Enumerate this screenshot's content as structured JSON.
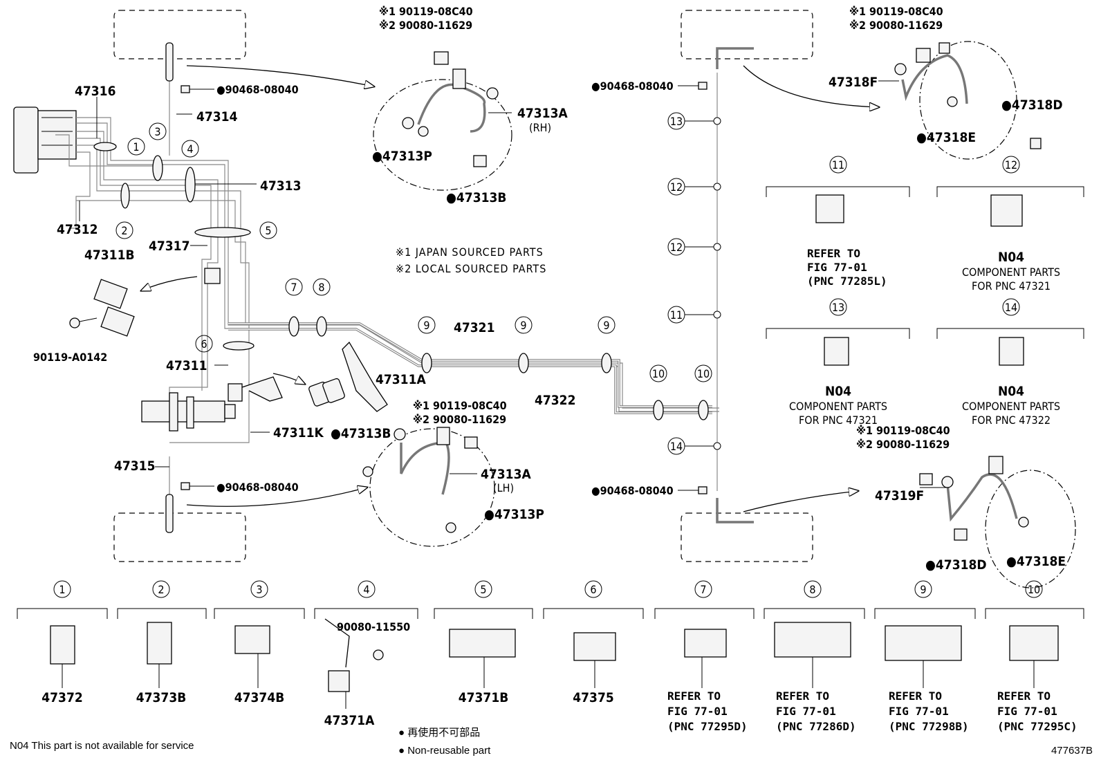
{
  "callout_tags": {
    "rh": {
      "japan": "※1 90119-08C40",
      "local": "※2 90080-11629"
    },
    "lh": {
      "japan": "※1 90119-08C40",
      "local": "※2 90080-11629"
    },
    "rear_right": {
      "japan": "※1 90119-08C40",
      "local": "※2 90080-11629"
    },
    "rear_left": {
      "japan": "※1 90119-08C40",
      "local": "※2 90080-11629"
    }
  },
  "legend_notes": {
    "japan": "※1 JAPAN SOURCED PARTS",
    "local": "※2 LOCAL SOURCED PARTS"
  },
  "part_labels": {
    "p47316": "47316",
    "p47314": "47314",
    "p47313": "47313",
    "p47312": "47312",
    "p47317": "47317",
    "p47311B": "47311B",
    "p90119A0142": "90119-A0142",
    "p47311": "47311",
    "p47311A": "47311A",
    "p47311K": "47311K",
    "p47315": "47315",
    "p47321": "47321",
    "p47322": "47322",
    "p47313A_rh": "47313A",
    "rh": "(RH)",
    "p47313A_lh": "47313A",
    "lh": "(LH)",
    "p47313P_rh": "●47313P",
    "p47313B_rh": "●47313B",
    "p47313B_lh": "●47313B",
    "p47313P_lh": "●47313P",
    "p90468_a": "●90468-08040",
    "p90468_b": "●90468-08040",
    "p90468_c": "●90468-08040",
    "p90468_d": "●90468-08040",
    "p47318F": "47318F",
    "p47318D_top": "●47318D",
    "p47318E_top": "●47318E",
    "p47319F": "47319F",
    "p47318D_bot": "●47318D",
    "p47318E_bot": "●47318E",
    "p90080_11550": "90080-11550"
  },
  "clamp_refs": {
    "c11": {
      "num": "11",
      "l1": "REFER TO",
      "l2": "FIG 77-01",
      "l3": "(PNC 77285L)"
    },
    "c12": {
      "num": "12",
      "l1": "N04",
      "l2": "COMPONENT PARTS",
      "l3": "FOR PNC 47321"
    },
    "c13": {
      "num": "13",
      "l1": "N04",
      "l2": "COMPONENT PARTS",
      "l3": "FOR PNC 47321"
    },
    "c14": {
      "num": "14",
      "l1": "N04",
      "l2": "COMPONENT PARTS",
      "l3": "FOR PNC 47322"
    }
  },
  "bottom_items": [
    {
      "num": "1",
      "label": "47372"
    },
    {
      "num": "2",
      "label": "47373B"
    },
    {
      "num": "3",
      "label": "47374B"
    },
    {
      "num": "4",
      "label": "47371A"
    },
    {
      "num": "5",
      "label": "47371B"
    },
    {
      "num": "6",
      "label": "47375"
    },
    {
      "num": "7",
      "l1": "REFER TO",
      "l2": "FIG 77-01",
      "l3": "(PNC 77295D)"
    },
    {
      "num": "8",
      "l1": "REFER TO",
      "l2": "FIG 77-01",
      "l3": "(PNC 77286D)"
    },
    {
      "num": "9",
      "l1": "REFER TO",
      "l2": "FIG 77-01",
      "l3": "(PNC 77298B)"
    },
    {
      "num": "10",
      "l1": "REFER TO",
      "l2": "FIG 77-01",
      "l3": "(PNC 77295C)"
    }
  ],
  "footer": {
    "n04_note": "N04 This part is not available for service",
    "nonreuse_jp": "● 再使用不可部品",
    "nonreuse_en": "● Non-reusable part",
    "figure_id": "477637B"
  }
}
